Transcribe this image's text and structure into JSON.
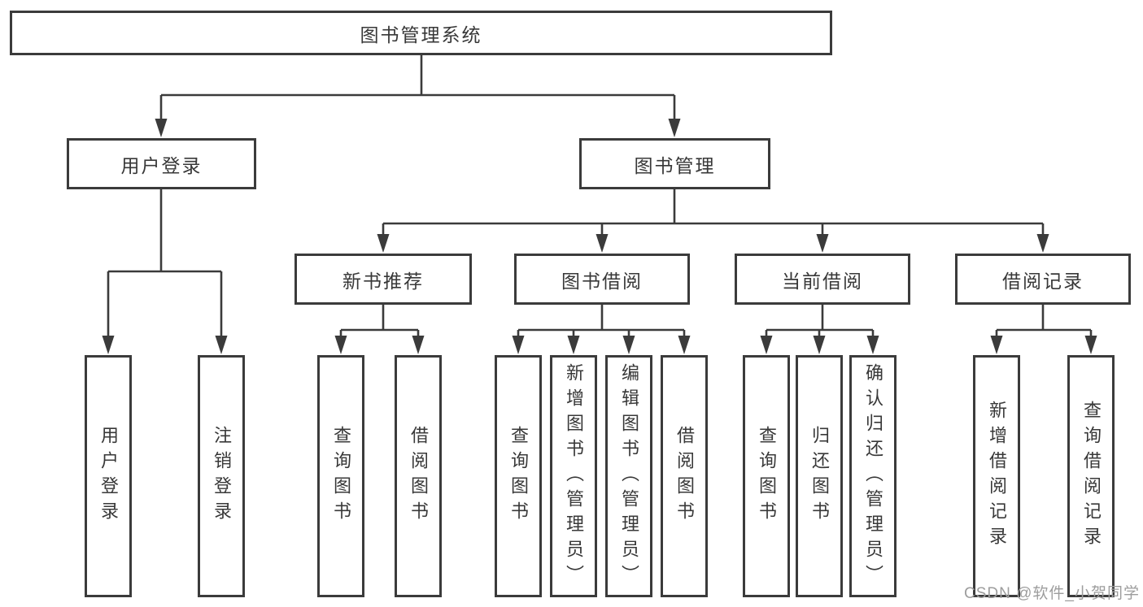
{
  "tree": {
    "label": "图书管理系统",
    "children": [
      {
        "label": "用户登录",
        "children": [
          {
            "label": "用户登录"
          },
          {
            "label": "注销登录"
          }
        ]
      },
      {
        "label": "图书管理",
        "children": [
          {
            "label": "新书推荐",
            "children": [
              {
                "label": "查询图书"
              },
              {
                "label": "借阅图书"
              }
            ]
          },
          {
            "label": "图书借阅",
            "children": [
              {
                "label": "查询图书"
              },
              {
                "label": "新增图书（管理员）"
              },
              {
                "label": "编辑图书（管理员）"
              },
              {
                "label": "借阅图书"
              }
            ]
          },
          {
            "label": "当前借阅",
            "children": [
              {
                "label": "查询图书"
              },
              {
                "label": "归还图书"
              },
              {
                "label": "确认归还（管理员）"
              }
            ]
          },
          {
            "label": "借阅记录",
            "children": [
              {
                "label": "新增借阅记录"
              },
              {
                "label": "查询借阅记录"
              }
            ]
          }
        ]
      }
    ]
  },
  "watermark": {
    "text": "CSDN @软件_小贺同学"
  },
  "colors": {
    "line": "#3b3b3b",
    "text": "#383838",
    "box_fill": "#ffffff",
    "watermark": "#9d9d9d",
    "background": "#ffffff"
  }
}
